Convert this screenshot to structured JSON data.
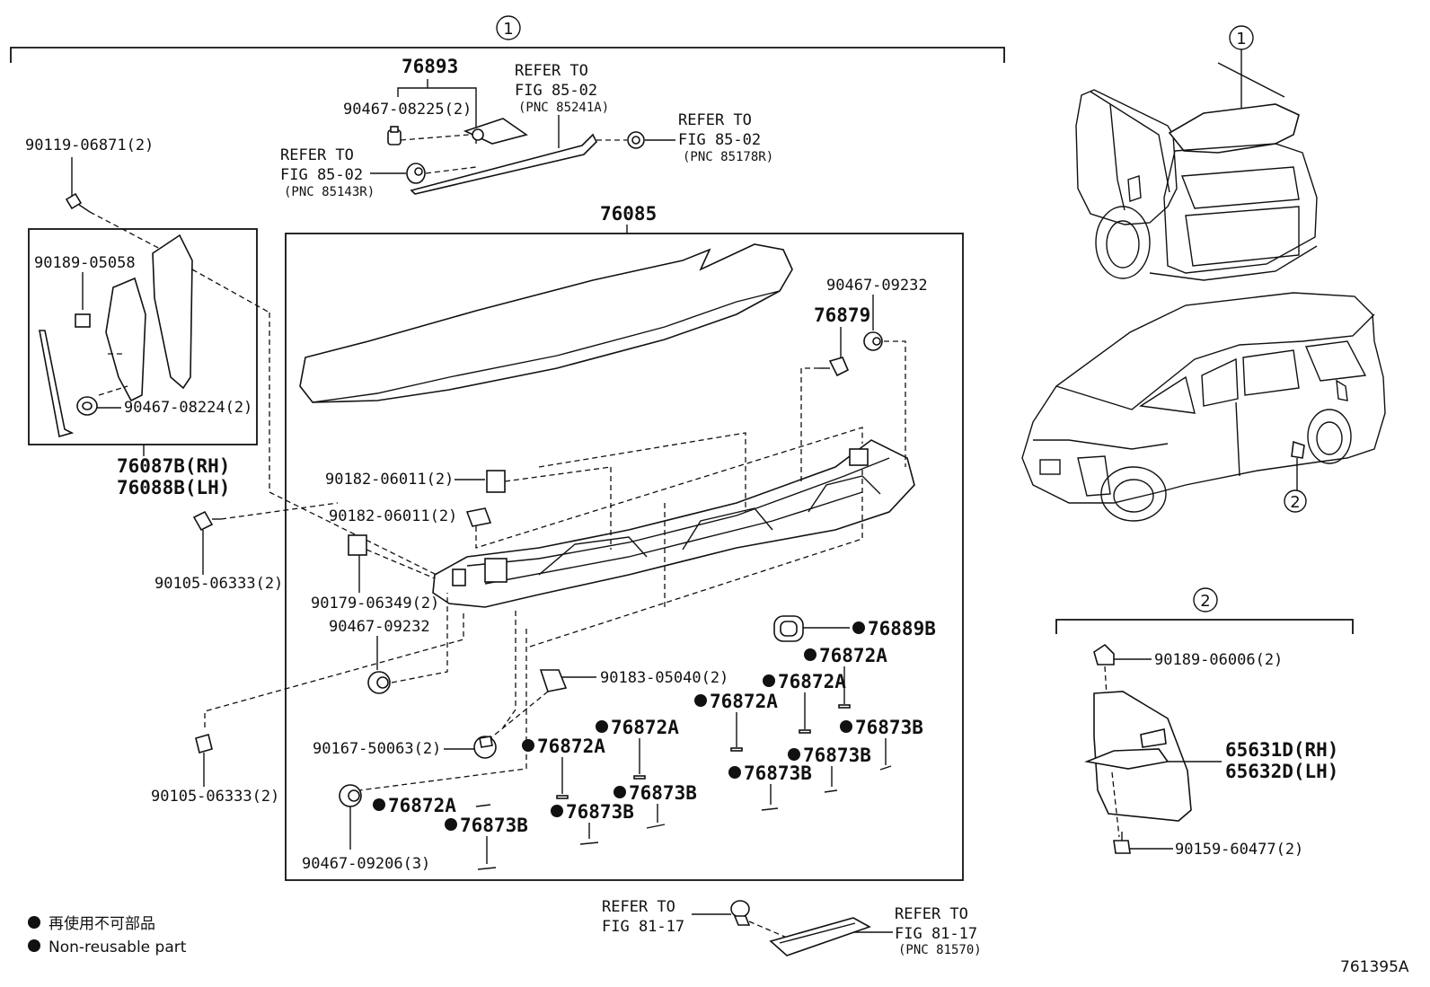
{
  "labels": {
    "group1_top": "1",
    "group1_car": "1",
    "group2_car": "2",
    "group2_header": "2",
    "p76893": "76893",
    "p90467_08225": "90467-08225(2)",
    "refer_a_1": "REFER TO",
    "refer_a_2": "FIG 85-02",
    "refer_a_3": "(PNC 85241A)",
    "refer_b_1": "REFER TO",
    "refer_b_2": "FIG 85-02",
    "refer_b_3": "(PNC 85178R)",
    "refer_c_1": "REFER TO",
    "refer_c_2": "FIG 85-02",
    "refer_c_3": "(PNC 85143R)",
    "p90119": "90119-06871(2)",
    "p76085": "76085",
    "p90189_05058": "90189-05058",
    "p90467_08224": "90467-08224(2)",
    "p76087b": "76087B(RH)",
    "p76088b": "76088B(LH)",
    "p90467_09232_a": "90467-09232",
    "p76879": "76879",
    "p90182_a": "90182-06011(2)",
    "p90182_b": "90182-06011(2)",
    "p90105_a": "90105-06333(2)",
    "p90179": "90179-06349(2)",
    "p90467_09232_b": "90467-09232",
    "p76889b": "76889B",
    "p76872a_1": "76872A",
    "p76872a_2": "76872A",
    "p90183": "90183-05040(2)",
    "p76872a_3": "76872A",
    "p76873b_1": "76873B",
    "p76872a_4": "76872A",
    "p76873b_2": "76873B",
    "p90167": "90167-50063(2)",
    "p76872a_5": "76872A",
    "p76873b_3": "76873B",
    "p76873b_4": "76873B",
    "p90105_b": "90105-06333(2)",
    "p76872a_6": "76872A",
    "p76873b_5": "76873B",
    "p76873b_6": "76873B",
    "p90467_09206": "90467-09206(3)",
    "refer_d_1": "REFER TO",
    "refer_d_2": "FIG 81-17",
    "refer_e_1": "REFER TO",
    "refer_e_2": "FIG 81-17",
    "refer_e_3": "(PNC 81570)",
    "p90189_06006": "90189-06006(2)",
    "p65631d": "65631D(RH)",
    "p65632d": "65632D(LH)",
    "p90159": "90159-60477(2)",
    "legend_jp": "再使用不可部品",
    "legend_en": "Non-reusable part",
    "drawing_no": "761395A"
  },
  "icons": [
    "non-reusable-dot-icon",
    "bolt-icon",
    "clip-icon",
    "grommet-icon",
    "nut-icon"
  ]
}
